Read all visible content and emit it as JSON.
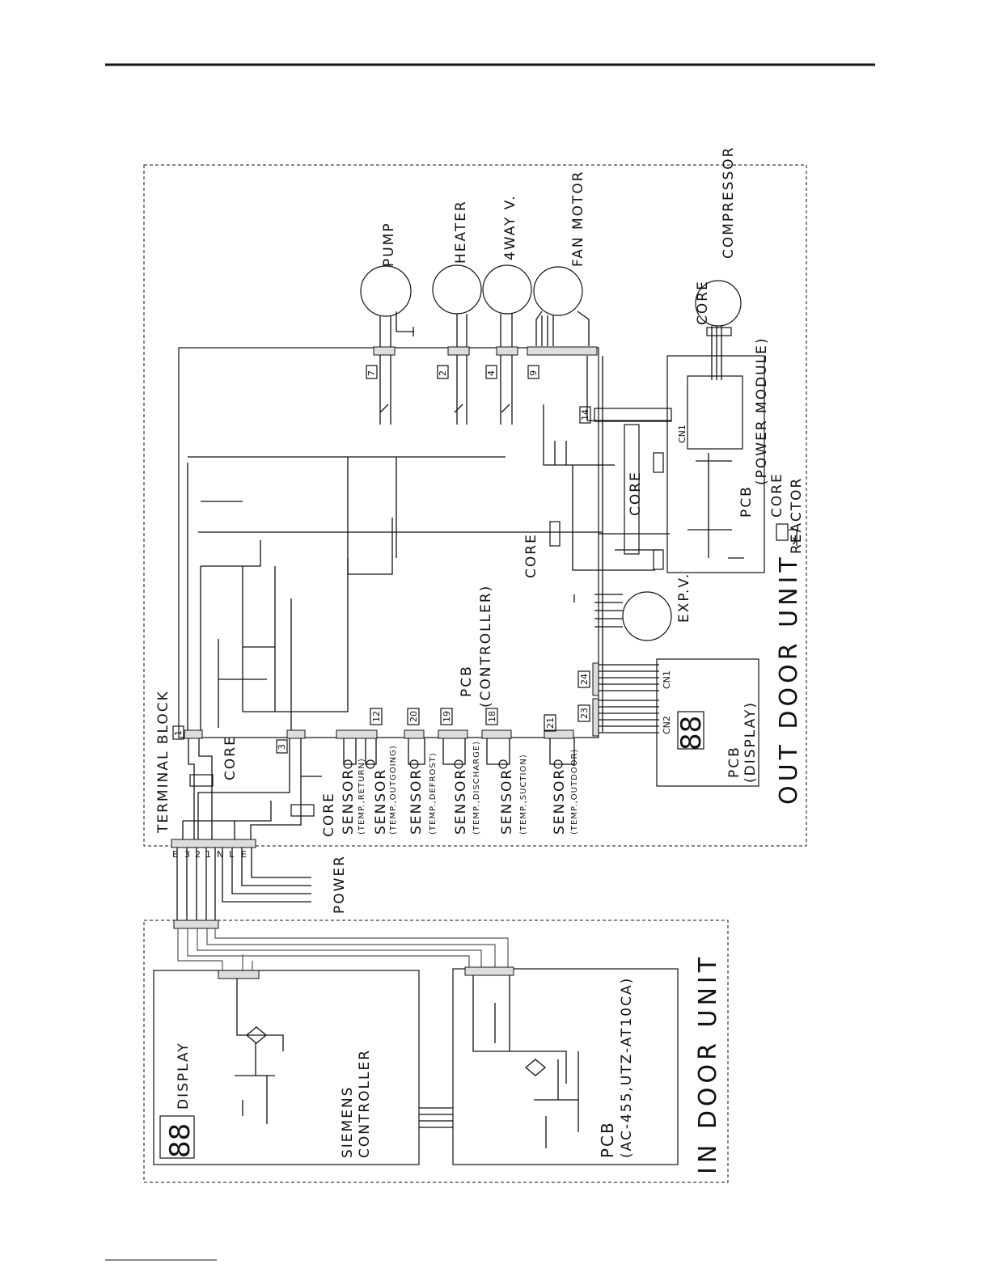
{
  "outdoor": {
    "title": "OUT DOOR UNIT",
    "terminal_block": "TERMINAL BLOCK",
    "terminal_labels": [
      "E",
      "3",
      "2",
      "1",
      "N",
      "L",
      "E"
    ],
    "power_label": "POWER",
    "core_labels": [
      "CORE",
      "CORE",
      "CORE",
      "CORE",
      "CORE",
      "CORE"
    ],
    "loads": [
      {
        "label": "PUMP",
        "connector": "7"
      },
      {
        "label": "HEATER",
        "connector": "2"
      },
      {
        "label": "4WAY  V.",
        "connector": "4"
      },
      {
        "label": "FAN  MOTOR",
        "connector": "9"
      },
      {
        "label": "COMPRESSOR"
      }
    ],
    "sensors": [
      {
        "label": "SENSOR",
        "sub": "(TEMP.,RETURN)",
        "connector": "12"
      },
      {
        "label": "SENSOR",
        "sub": "(TEMP.,OUTGOING)"
      },
      {
        "label": "SENSOR",
        "sub": "(TEMP.,DEFROST)",
        "connector": "20"
      },
      {
        "label": "SENSOR",
        "sub": "(TEMP.,DISCHARGE)",
        "connector": "19"
      },
      {
        "label": "SENSOR",
        "sub": "(TEMP.,SUCTION)",
        "connector": "18"
      },
      {
        "label": "SENSOR",
        "sub": "(TEMP.,OUTDOOR)",
        "connector": "21"
      }
    ],
    "connectors": {
      "c1": "1",
      "c3": "3",
      "c14": "14",
      "c24": "24",
      "c23": "23"
    },
    "pcb_controller": {
      "line1": "PCB",
      "line2": "(CONTROLLER)"
    },
    "pcb_power": {
      "line1": "PCB",
      "line2": "(POWER  MODULE)",
      "cn": "CN1"
    },
    "reactor": "REACTOR",
    "exp_valve": "EXP.V.",
    "pcb_display": {
      "line1": "PCB",
      "line2": "(DISPLAY)",
      "digits": "88",
      "cn1": "CN1",
      "cn2": "CN2"
    }
  },
  "indoor": {
    "title": "IN DOOR UNIT",
    "display": {
      "label": "DISPLAY",
      "digits": "88"
    },
    "controller": {
      "line1": "SIEMENS",
      "line2": "CONTROLLER"
    },
    "pcb": {
      "line1": "PCB",
      "line2": "(AC-455,UTZ-AT10CA)"
    }
  }
}
